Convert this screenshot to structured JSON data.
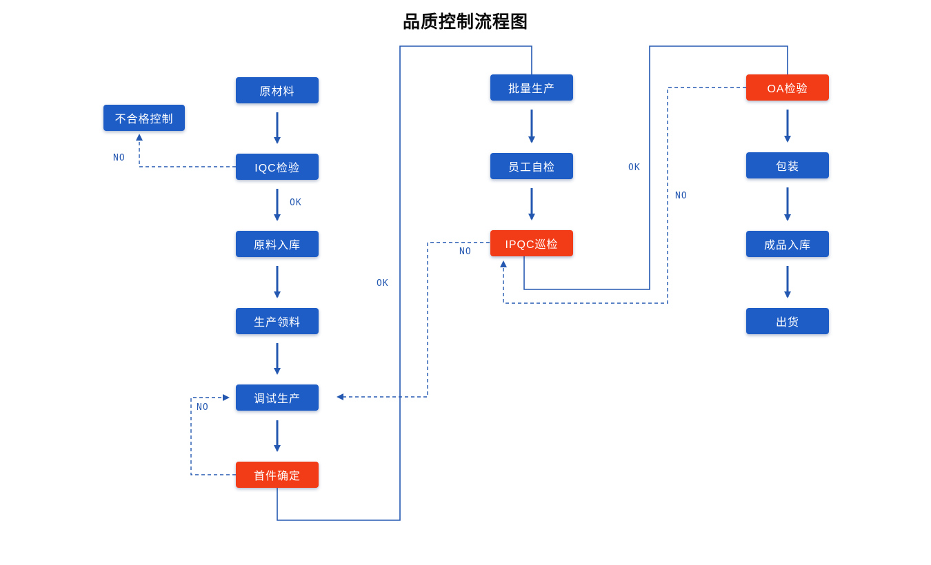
{
  "title": "品质控制流程图",
  "colors": {
    "node_blue": "#1E5CC6",
    "node_red": "#F23C17",
    "line_blue": "#2458B0",
    "node_text": "#FFFFFF",
    "background": "#FFFFFF"
  },
  "diagram": {
    "nodes": {
      "nonconforming_control": {
        "label": "不合格控制",
        "type": "blue"
      },
      "raw_material": {
        "label": "原材料",
        "type": "blue"
      },
      "iqc_inspection": {
        "label": "IQC检验",
        "type": "blue"
      },
      "raw_material_storage": {
        "label": "原料入库",
        "type": "blue"
      },
      "production_picking": {
        "label": "生产领料",
        "type": "blue"
      },
      "debug_production": {
        "label": "调试生产",
        "type": "blue"
      },
      "first_article_confirm": {
        "label": "首件确定",
        "type": "red"
      },
      "batch_production": {
        "label": "批量生产",
        "type": "blue"
      },
      "employee_self_check": {
        "label": "员工自检",
        "type": "blue"
      },
      "ipqc_inspection": {
        "label": "IPQC巡检",
        "type": "red"
      },
      "oa_inspection": {
        "label": "OA检验",
        "type": "red"
      },
      "packaging": {
        "label": "包装",
        "type": "blue"
      },
      "finished_goods_storage": {
        "label": "成品入库",
        "type": "blue"
      },
      "shipment": {
        "label": "出货",
        "type": "blue"
      }
    },
    "edge_labels": {
      "no_iqc": "NO",
      "ok_iqc": "OK",
      "ok_first_article": "OK",
      "no_first_article": "NO",
      "no_ipqc": "NO",
      "ok_ipqc": "OK",
      "no_oa": "NO"
    }
  }
}
